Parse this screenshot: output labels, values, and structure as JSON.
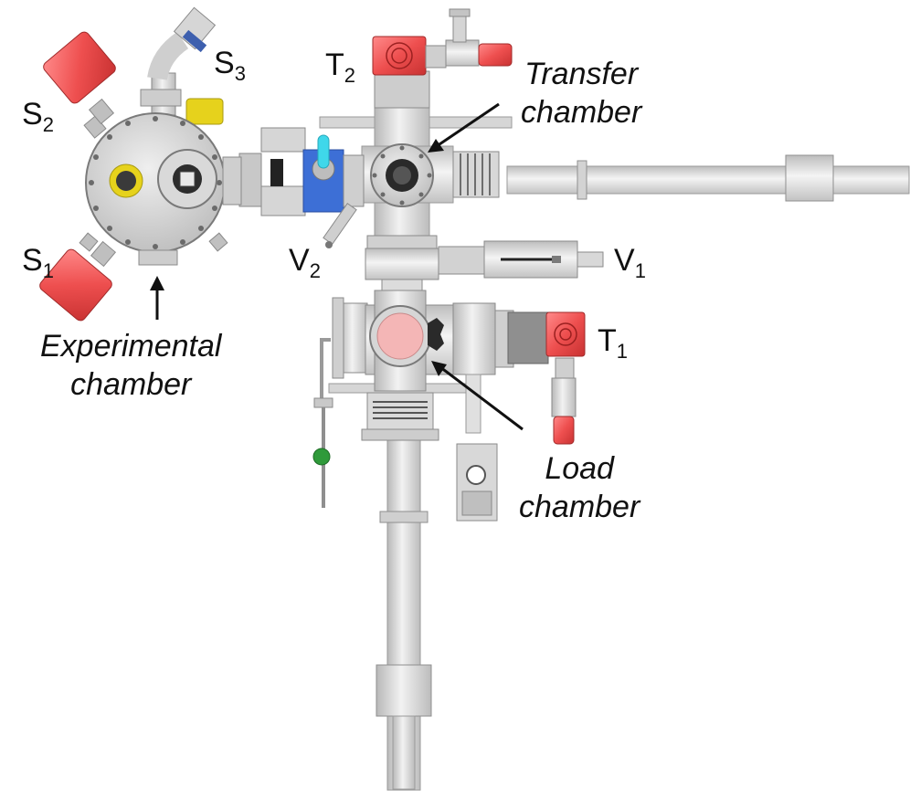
{
  "figure": {
    "labels": {
      "s1": {
        "main": "S",
        "sub": "1"
      },
      "s2": {
        "main": "S",
        "sub": "2"
      },
      "s3": {
        "main": "S",
        "sub": "3"
      },
      "t1": {
        "main": "T",
        "sub": "1"
      },
      "t2": {
        "main": "T",
        "sub": "2"
      },
      "v1": {
        "main": "V",
        "sub": "1"
      },
      "v2": {
        "main": "V",
        "sub": "2"
      }
    },
    "callouts": {
      "transfer": {
        "line1": "Transfer",
        "line2": "chamber"
      },
      "experimental": {
        "line1": "Experimental",
        "line2": "chamber"
      },
      "load": {
        "line1": "Load",
        "line2": "chamber"
      }
    }
  },
  "colors": {
    "steel_light": "#e4e4e4",
    "steel_mid": "#c9c9c9",
    "steel_dark": "#8a8a8a",
    "pump_red": "#e84848",
    "valve_blue": "#3d6fd6",
    "accent_cyan": "#3fd7ea",
    "accent_yellow": "#e6d21c",
    "viewport_pink": "#f4b6b6",
    "knob_green": "#2f9a3a"
  }
}
